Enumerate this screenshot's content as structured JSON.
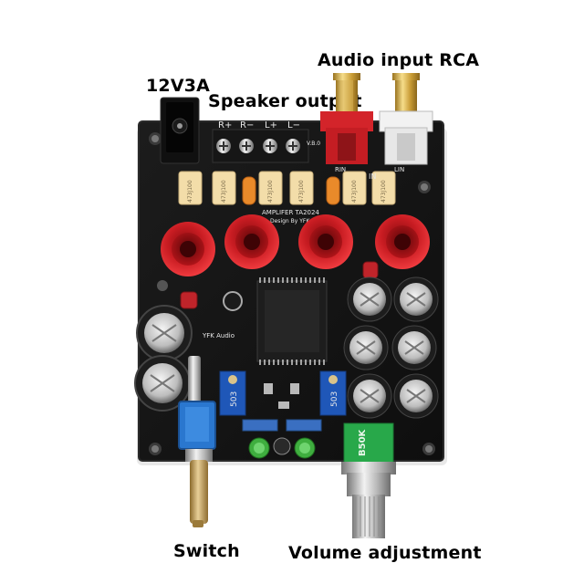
{
  "labels": {
    "audio_input": "Audio input RCA",
    "power": "12V3A",
    "speaker_output": "Speaker output",
    "switch": "Switch",
    "volume": "Volume adjustment"
  },
  "silkscreen": {
    "terminal_labels": [
      "R+",
      "R−",
      "L+",
      "L−"
    ],
    "board_name": "AMPLIFER TA2024",
    "designer": "Design By YFK",
    "brand": "YFK Audio",
    "rca_left": "RIN",
    "rca_right": "LIN",
    "pot_value": "B50K",
    "trim_value": "503",
    "film_cap": "473J100",
    "power_cap": "IN",
    "dc_mark": "V.B.0"
  },
  "colors": {
    "board": "#141414",
    "rca_red": "#d3242a",
    "binding_post": "#d41e24",
    "trimpot_blue": "#1f57b8",
    "film_cap_yellow": "#f3dda9",
    "pot_green": "#28a84a"
  }
}
